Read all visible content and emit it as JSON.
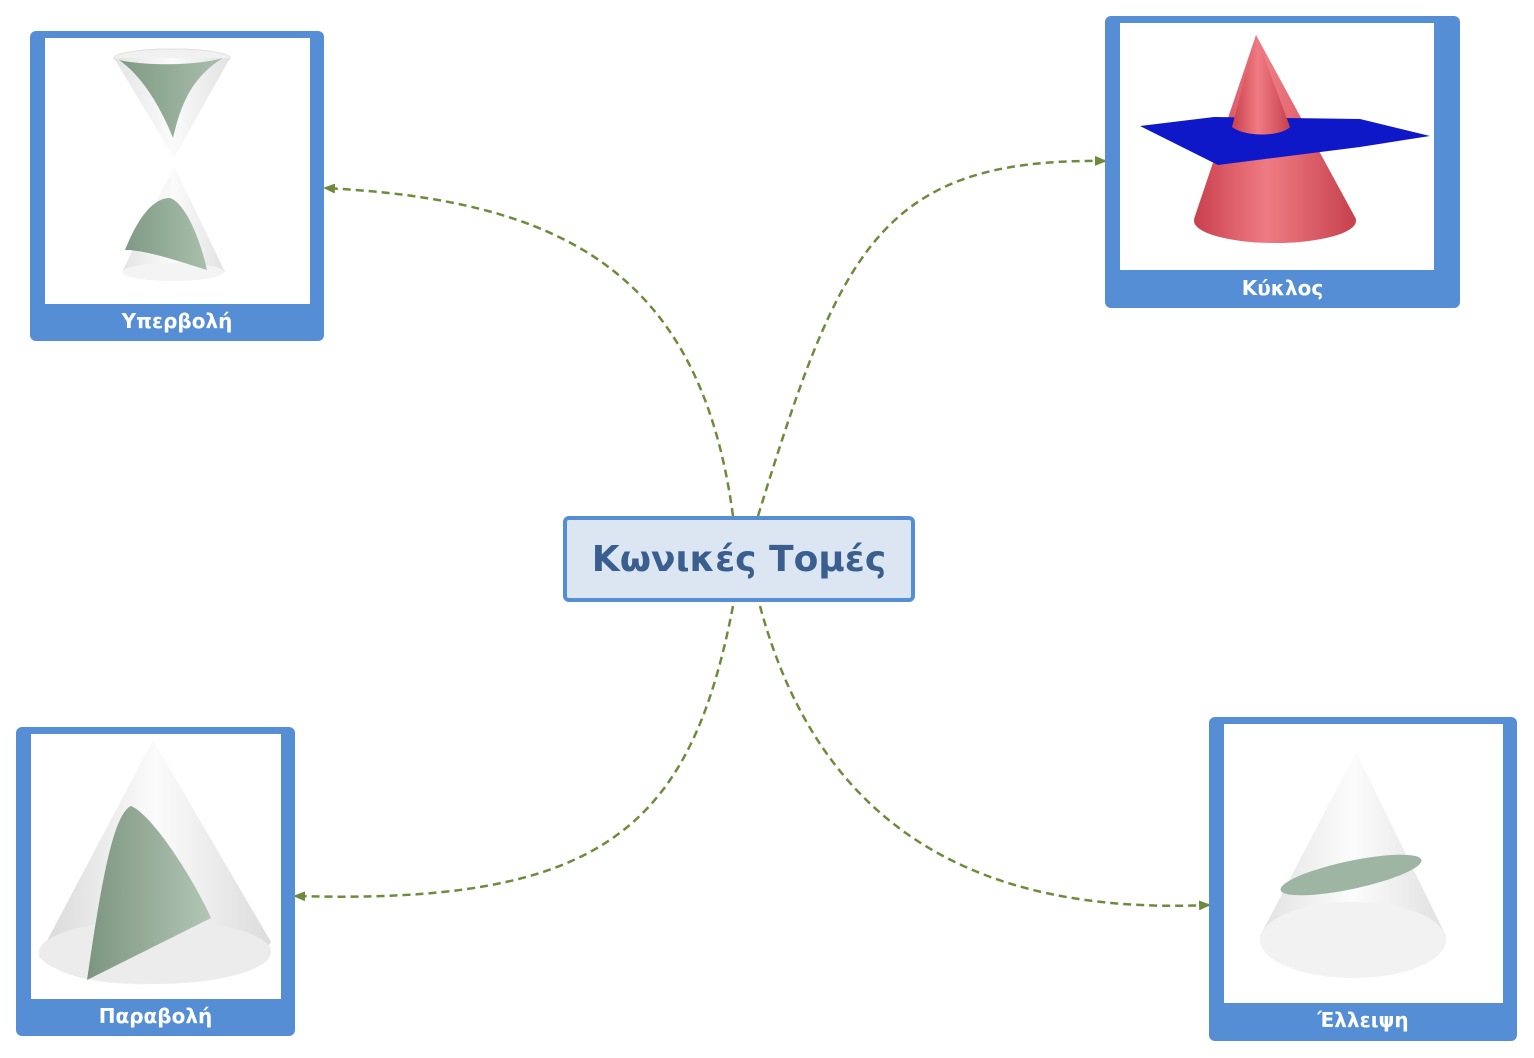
{
  "diagram": {
    "central_topic": "Κωνικές Τομές",
    "connector_color": "#6e8b3d",
    "box_border_color": "#558ed5",
    "central_fill_color": "#dce6f2",
    "central_text_color": "#3a5f8f",
    "nodes": [
      {
        "id": "hyperbola",
        "label": "Υπερβολή",
        "image": "double-cone-hyperbola-section"
      },
      {
        "id": "circle",
        "label": "Κύκλος",
        "image": "cone-horizontal-plane-circle-section"
      },
      {
        "id": "parabola",
        "label": "Παραβολή",
        "image": "cone-parabola-section"
      },
      {
        "id": "ellipse",
        "label": "Έλλειψη",
        "image": "cone-ellipse-section"
      }
    ]
  }
}
